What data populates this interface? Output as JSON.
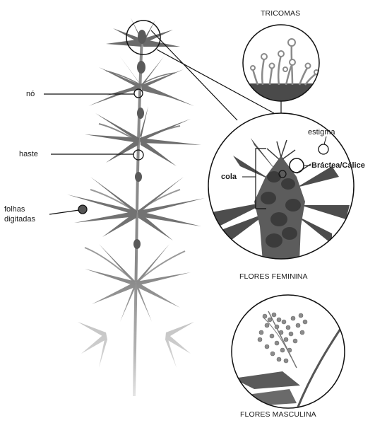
{
  "labels": {
    "no": "nó",
    "haste": "haste",
    "folhas_line1": "folhas",
    "folhas_line2": "digitadas",
    "tricomas": "TRICOMAS",
    "estigma": "estigma",
    "cola": "cola",
    "bractea": "Bráctea/Cálice",
    "flores_feminina": "FLORES FEMININA",
    "flores_masculina": "FLORES MASCULINA"
  },
  "colors": {
    "plant_leaf": "#6f6f6f",
    "plant_stem": "#8a8a8a",
    "dark_bud": "#3a3a3a",
    "callout_line": "#1a1a1a",
    "trichome_head": "#9a9a9a",
    "male_flower": "#8c8c8c"
  }
}
